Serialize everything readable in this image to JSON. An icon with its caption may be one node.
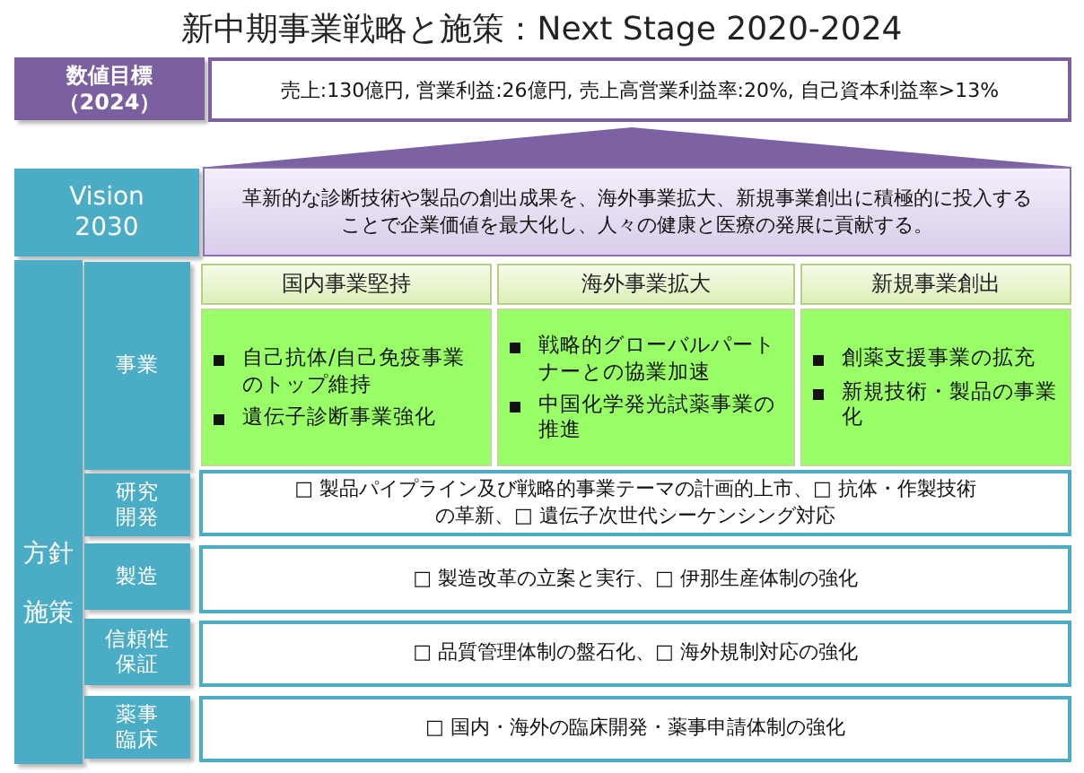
{
  "diagram": {
    "title": "新中期事業戦略と施策：Next Stage 2020-2024",
    "nodes": [
      {
        "text": [
          "数値目標（2024）"
        ]
      },
      {
        "text": [
          "売上:130億円, 営業利益:26億円, 売上高営業利益率:20%, 自己資本利益率>13%"
        ]
      },
      {
        "text": [],
        "shape": "triangle"
      },
      {
        "text": [
          "Vision 2030"
        ]
      },
      {
        "text": [
          "革新的な診断技術や製品の創出成果を、海外事業拡大、新規事業創出に積極的に投入することで企業価値を最大化し、人々の健康と医療の発展に貢献する。"
        ]
      },
      {
        "text": [
          "方針",
          "施策"
        ]
      },
      {
        "text": [
          "事業"
        ]
      },
      {
        "text": [
          "国内事業堅持"
        ]
      },
      {
        "text": [
          "海外事業拡大"
        ]
      },
      {
        "text": [
          "新規事業創出"
        ]
      },
      {
        "text": [
          "自己抗体/自己免疫事業のトップ維持",
          "遺伝子診断事業強化"
        ]
      },
      {
        "text": [
          "戦略的グローバルパートナーとの協業加速",
          "中国化学発光試薬事業の推進"
        ]
      },
      {
        "text": [
          "創薬支援事業の拡充",
          "新規技術・製品の事業化"
        ]
      },
      {
        "text": [
          "研究開発"
        ]
      },
      {
        "text": [
          "□ 製品パイプライン及び戦略的事業テーマの計画的上市、□ 抗体・作製技術の革新、□ 遺伝子次世代シーケンシング対応"
        ]
      },
      {
        "text": [
          "製造"
        ]
      },
      {
        "text": [
          "□ 製造改革の立案と実行、□ 伊那生産体制の強化"
        ]
      },
      {
        "text": [
          "信頼性保証"
        ]
      },
      {
        "text": [
          "□ 品質管理体制の盤石化、□ 海外規制対応の強化"
        ]
      },
      {
        "text": [
          "薬事臨床"
        ]
      },
      {
        "text": [
          "□ 国内・海外の臨床開発・薬事申請体制の強化"
        ]
      }
    ]
  }
}
